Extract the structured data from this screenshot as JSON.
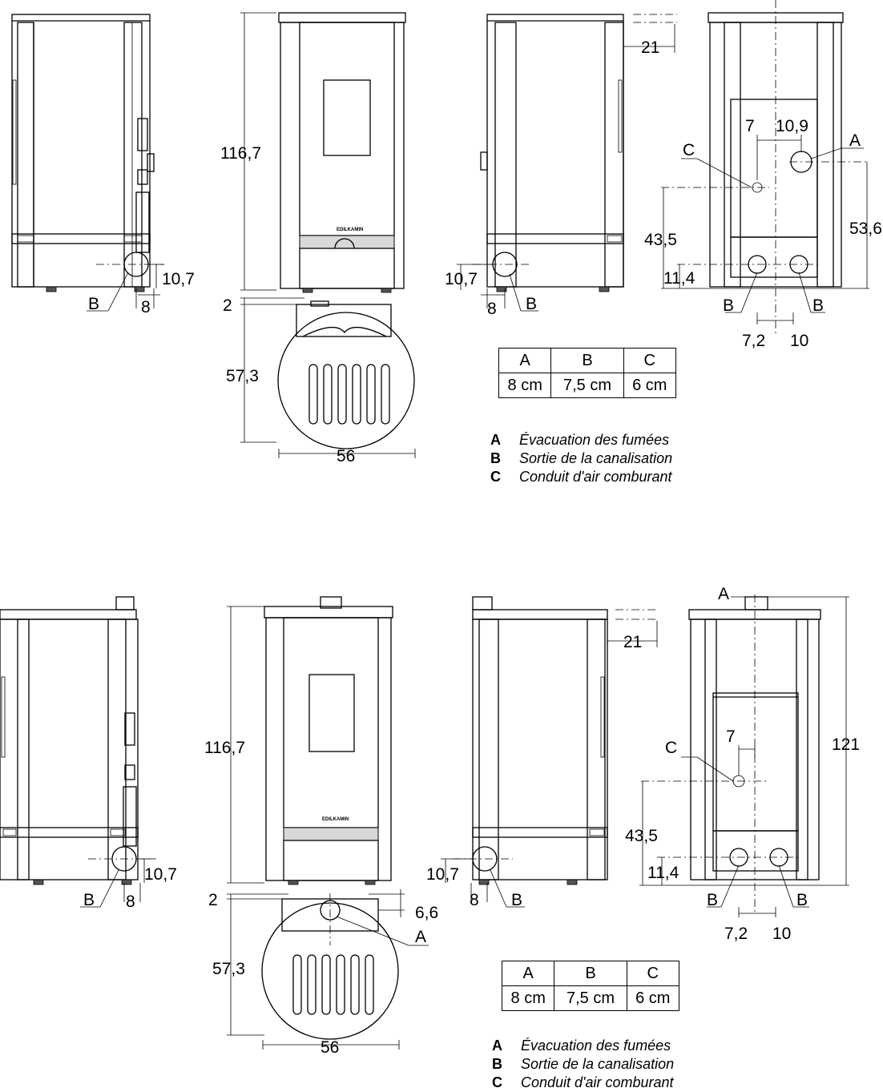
{
  "dimensions": {
    "height": "116,7",
    "height_tall": "121",
    "depth": "57,3",
    "width": "56",
    "top_offset": "2",
    "rear_gap": "21",
    "outlet_height": "10,7",
    "outlet_offset": "8",
    "intake_height": "43,5",
    "lower_outlet_height": "11,4",
    "intake_offset": "7",
    "fume_offset": "10,9",
    "fume_height": "53,6",
    "outlet_left_offset": "7,2",
    "outlet_right_offset": "10",
    "top_fume_offset": "6,6"
  },
  "labels": {
    "a": "A",
    "b": "B",
    "c": "C"
  },
  "connection_table": {
    "headers": [
      "A",
      "B",
      "C"
    ],
    "values": [
      "8 cm",
      "7,5 cm",
      "6 cm"
    ]
  },
  "legend": [
    {
      "key": "A",
      "text": "Évacuation des fumées"
    },
    {
      "key": "B",
      "text": "Sortie de la canalisation"
    },
    {
      "key": "C",
      "text": "Conduit d'air comburant"
    }
  ],
  "brand_mark": "EDILKAMIN"
}
